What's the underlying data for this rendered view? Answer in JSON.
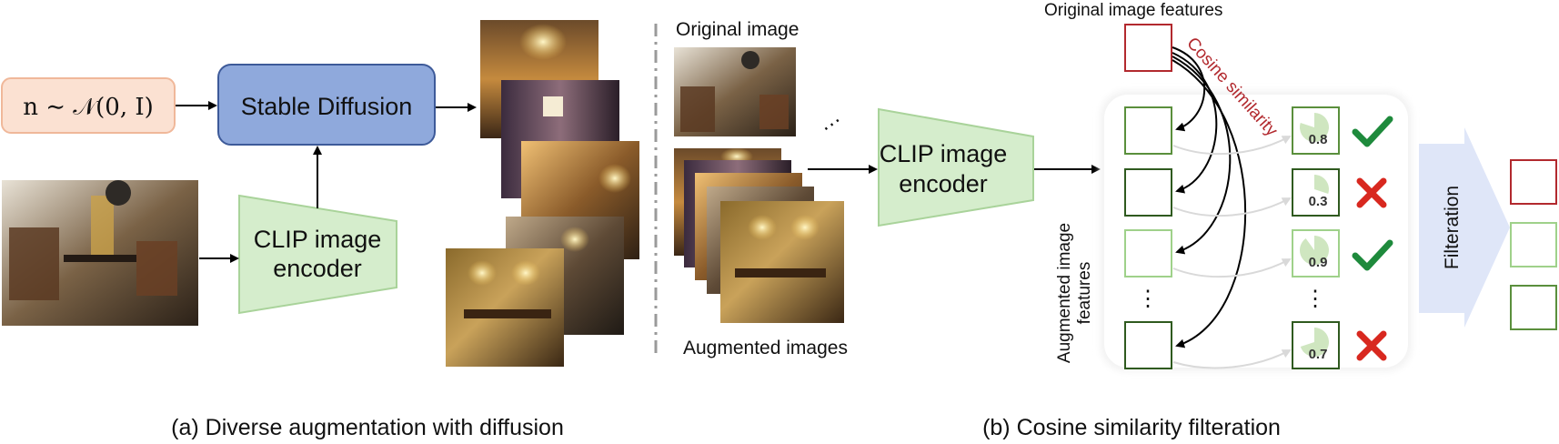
{
  "noise_input": {
    "label": "n ∼ 𝒩(0, I)"
  },
  "stable_diffusion": {
    "label": "Stable Diffusion"
  },
  "clip_encoder_left": {
    "line1": "CLIP image",
    "line2": "encoder"
  },
  "clip_encoder_right": {
    "line1": "CLIP image",
    "line2": "encoder"
  },
  "original_image_label": "Original image",
  "augmented_images_label": "Augmented images",
  "ellipsis": "⋮",
  "ellipsis_h": "…",
  "original_features_label": "Original image features",
  "cosine_similarity_label": "Cosine similarity",
  "augmented_features_label": {
    "line1": "Augmented image",
    "line2": "features"
  },
  "filteration_label": "Filteration",
  "scores": [
    {
      "value": "0.8",
      "fraction": 0.8,
      "status": "keep"
    },
    {
      "value": "0.3",
      "fraction": 0.3,
      "status": "drop"
    },
    {
      "value": "0.9",
      "fraction": 0.9,
      "status": "keep"
    },
    {
      "value": "0.7",
      "fraction": 0.7,
      "status": "drop"
    }
  ],
  "caption_a": "(a) Diverse augmentation with diffusion",
  "caption_b": "(b) Cosine similarity filteration",
  "colors": {
    "noise_fill": "#fbe1d2",
    "noise_stroke": "#f0b89a",
    "sd_fill": "#8fa9dc",
    "sd_stroke": "#3d5a99",
    "clip_fill": "#d5edcc",
    "clip_stroke": "#a9d39a",
    "orig_feature": "#b2292e",
    "aug_feature": "#5a8f3c",
    "check": "#1e8a3c",
    "cross": "#d8281f",
    "filter_arrow": "#dfe6f8"
  }
}
